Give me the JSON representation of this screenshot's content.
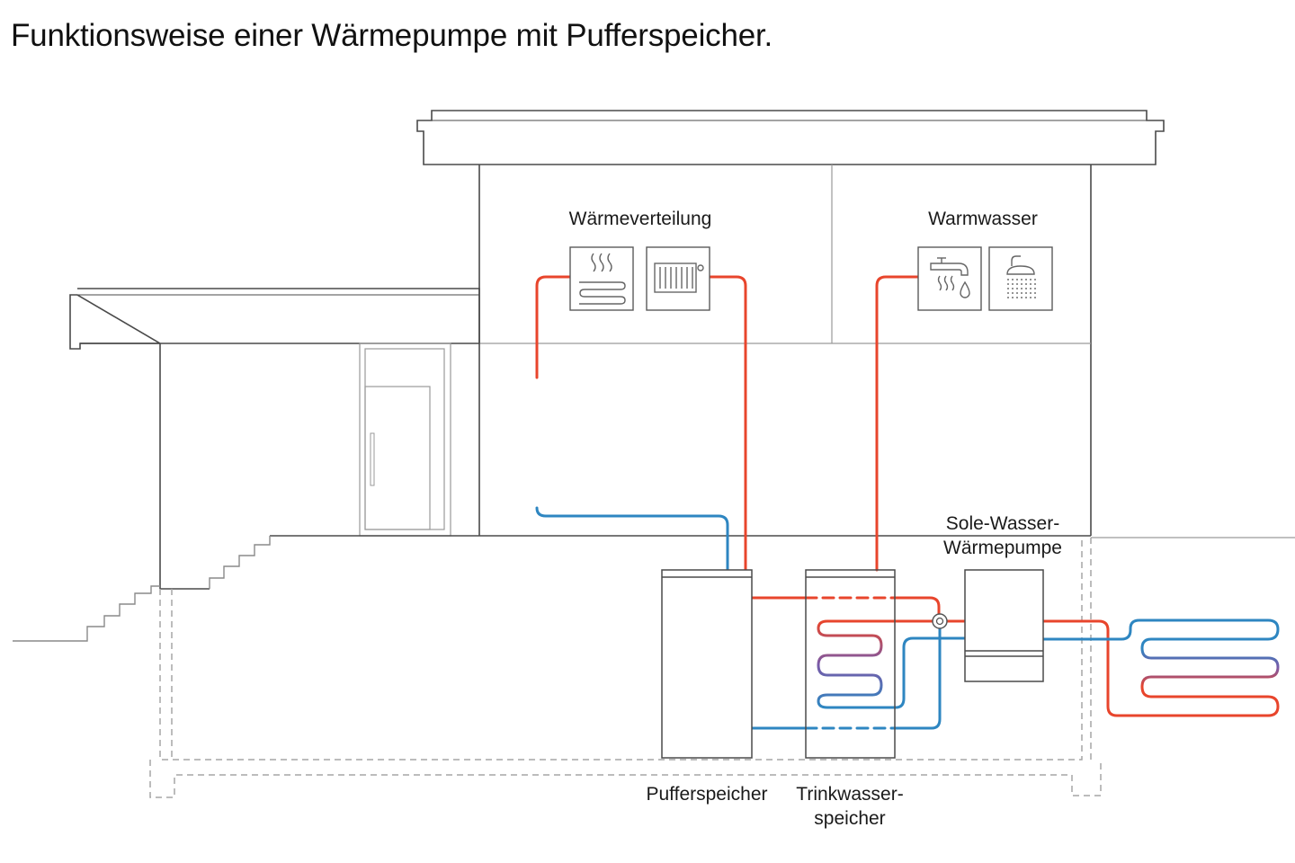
{
  "title": "Funktionsweise einer Wärmepumpe mit Pufferspeicher.",
  "labels": {
    "heat_distribution": "Wärmeverteilung",
    "hot_water": "Warmwasser",
    "heat_pump_line1": "Sole-Wasser-",
    "heat_pump_line2": "Wärmepumpe",
    "buffer_tank": "Pufferspeicher",
    "dhw_tank_line1": "Trinkwasser-",
    "dhw_tank_line2": "speicher"
  },
  "icons": {
    "floor_heating": "floor-heating-icon",
    "radiator": "radiator-icon",
    "tap": "tap-icon",
    "shower": "shower-icon",
    "valve": "mixing-valve-icon"
  },
  "colors": {
    "hot": "#e8452c",
    "cold": "#2e86c1",
    "line": "#555555",
    "dashed": "#9a9a9a"
  }
}
